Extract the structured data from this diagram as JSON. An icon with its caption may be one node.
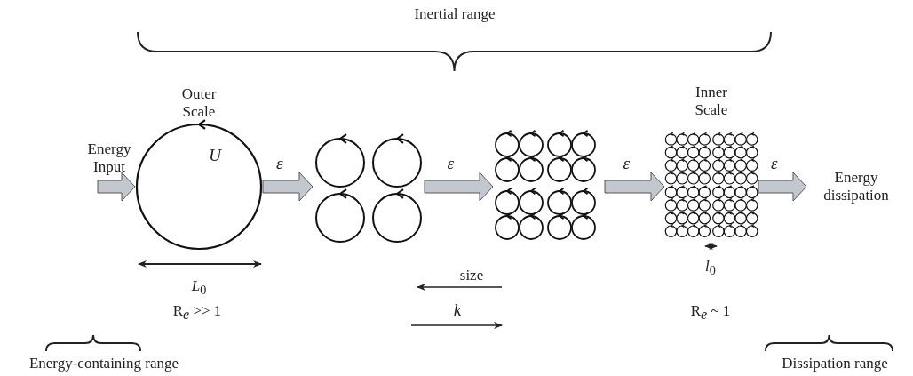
{
  "diagram": {
    "nodes": [
      {
        "text": [
          "Energy Input"
        ]
      },
      {
        "text": [
          "Outer Scale",
          "U"
        ]
      },
      {
        "text": [],
        "shape": "picture"
      },
      {
        "text": [],
        "shape": "picture"
      },
      {
        "text": [
          "Inner Scale"
        ]
      },
      {
        "text": [
          "Energy dissipation"
        ]
      }
    ],
    "edges": [
      {
        "from": 0,
        "to": 1,
        "arrow": "to"
      },
      {
        "from": 1,
        "to": 2,
        "arrow": "to",
        "label": "ε"
      },
      {
        "from": 2,
        "to": 3,
        "arrow": "to",
        "label": "ε"
      },
      {
        "from": 3,
        "to": 4,
        "arrow": "to",
        "label": "ε"
      },
      {
        "from": 4,
        "to": 5,
        "arrow": "to",
        "label": "ε"
      }
    ],
    "labels": [
      "Inertial range",
      "*L*$_{0}$",
      "*l*$_{0}$",
      "size",
      "R$_{e}$ >> 1",
      "R$_{e}$ ~ 1",
      "k",
      "Energy-containing range",
      "Dissipation range"
    ]
  }
}
